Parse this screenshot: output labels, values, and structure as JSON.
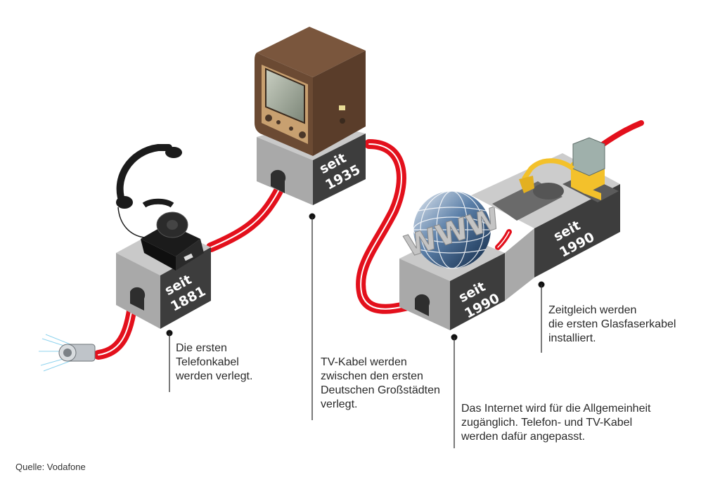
{
  "timeline": {
    "milestones": [
      {
        "id": "telephone",
        "badge_prefix": "seit",
        "year": "1881",
        "object": "telephone-icon",
        "caption": "Die ersten\nTelefonkabel\nwerden verlegt."
      },
      {
        "id": "television",
        "badge_prefix": "seit",
        "year": "1935",
        "object": "tv-icon",
        "caption": "TV-Kabel werden\nzwischen den ersten\nDeutschen Großstädten\nverlegt."
      },
      {
        "id": "internet",
        "badge_prefix": "seit",
        "year": "1990",
        "object": "globe-www-icon",
        "globe_text": "WWW",
        "caption": "Das Internet wird für die Allgemeinheit\nzugänglich. Telefon- und TV-Kabel\nwerden dafür angepasst."
      },
      {
        "id": "fiber",
        "badge_prefix": "seit",
        "year": "1990",
        "object": "excavator-icon",
        "caption": "Zeitgleich werden\ndie ersten Glasfaserkabel\ninstalliert."
      }
    ]
  },
  "source": "Quelle: Vodafone",
  "colors": {
    "cable_red": "#e3101c",
    "block_top": "#c9c9c9",
    "block_left": "#a9a9a9",
    "block_front": "#3d3d3d",
    "tv_brown": "#6b4a33",
    "globe_blue": "#1e3a5f",
    "excavator_yellow": "#f3c12b"
  }
}
